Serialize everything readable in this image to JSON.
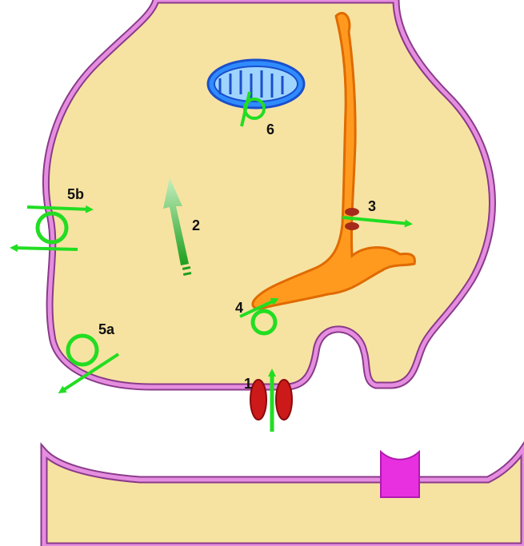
{
  "labels": {
    "l1": "1",
    "l2": "2",
    "l3": "3",
    "l4": "4",
    "l5a": "5a",
    "l5b": "5b",
    "l6": "6"
  },
  "colors": {
    "cytoplasm": "#f7e3a1",
    "membrane": "#e58ee0",
    "membrane_edge": "#8a3a8a",
    "er": "#ff9a1f",
    "er_edge": "#e06a00",
    "mitochondrion": "#2f8cff",
    "channel": "#cc1a1a",
    "transport": "#22dd22",
    "receptor": "#e830e0"
  }
}
